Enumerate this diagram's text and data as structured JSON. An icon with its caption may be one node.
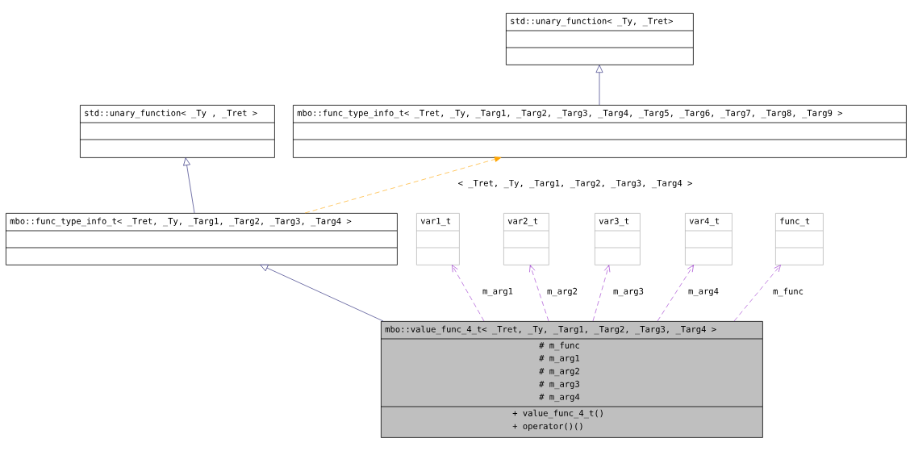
{
  "diagram": {
    "nodes": [
      {
        "text": [
          "std::unary_function< _Ty, _Tret>"
        ]
      },
      {
        "text": [
          "mbo::func_type_info_t< _Tret, _Ty, _Targ1, _Targ2, _Targ3, _Targ4, _Targ5, _Targ6, _Targ7, _Targ8, _Targ9 >"
        ]
      },
      {
        "text": [
          "std::unary_function< _Ty , _Tret >"
        ]
      },
      {
        "text": [
          "mbo::func_type_info_t< _Tret, _Ty, _Targ1, _Targ2, _Targ3, _Targ4 >"
        ]
      },
      {
        "text": [
          "var1_t"
        ]
      },
      {
        "text": [
          "var2_t"
        ]
      },
      {
        "text": [
          "var3_t"
        ]
      },
      {
        "text": [
          "var4_t"
        ]
      },
      {
        "text": [
          "func_t"
        ]
      },
      {
        "text": [
          "mbo::value_func_4_t< _Tret, _Ty, _Targ1, _Targ2, _Targ3, _Targ4 >",
          "# m_func",
          "# m_arg1",
          "# m_arg2",
          "# m_arg3",
          "# m_arg4",
          "+ value_func_4_t()",
          "+ operator()()"
        ]
      }
    ],
    "edges": [
      {
        "from": 1,
        "to": 0,
        "arrow": "to",
        "color": "#191970"
      },
      {
        "from": 3,
        "to": 2,
        "arrow": "to",
        "color": "#191970"
      },
      {
        "from": 3,
        "to": 1,
        "arrow": "to",
        "label": "< _Tret, _Ty, _Targ1, _Targ2, _Targ3, _Targ4 >",
        "style": "dashed",
        "color": "#ffa500"
      },
      {
        "from": 9,
        "to": 3,
        "arrow": "to",
        "color": "#191970"
      },
      {
        "from": 9,
        "to": 4,
        "arrow": "to",
        "label": "m_arg1",
        "style": "dashed",
        "color": "#9a32cd"
      },
      {
        "from": 9,
        "to": 5,
        "arrow": "to",
        "label": "m_arg2",
        "style": "dashed",
        "color": "#9a32cd"
      },
      {
        "from": 9,
        "to": 6,
        "arrow": "to",
        "label": "m_arg3",
        "style": "dashed",
        "color": "#9a32cd"
      },
      {
        "from": 9,
        "to": 7,
        "arrow": "to",
        "label": "m_arg4",
        "style": "dashed",
        "color": "#9a32cd"
      },
      {
        "from": 9,
        "to": 8,
        "arrow": "to",
        "label": "m_func",
        "style": "dashed",
        "color": "#9a32cd"
      }
    ]
  }
}
